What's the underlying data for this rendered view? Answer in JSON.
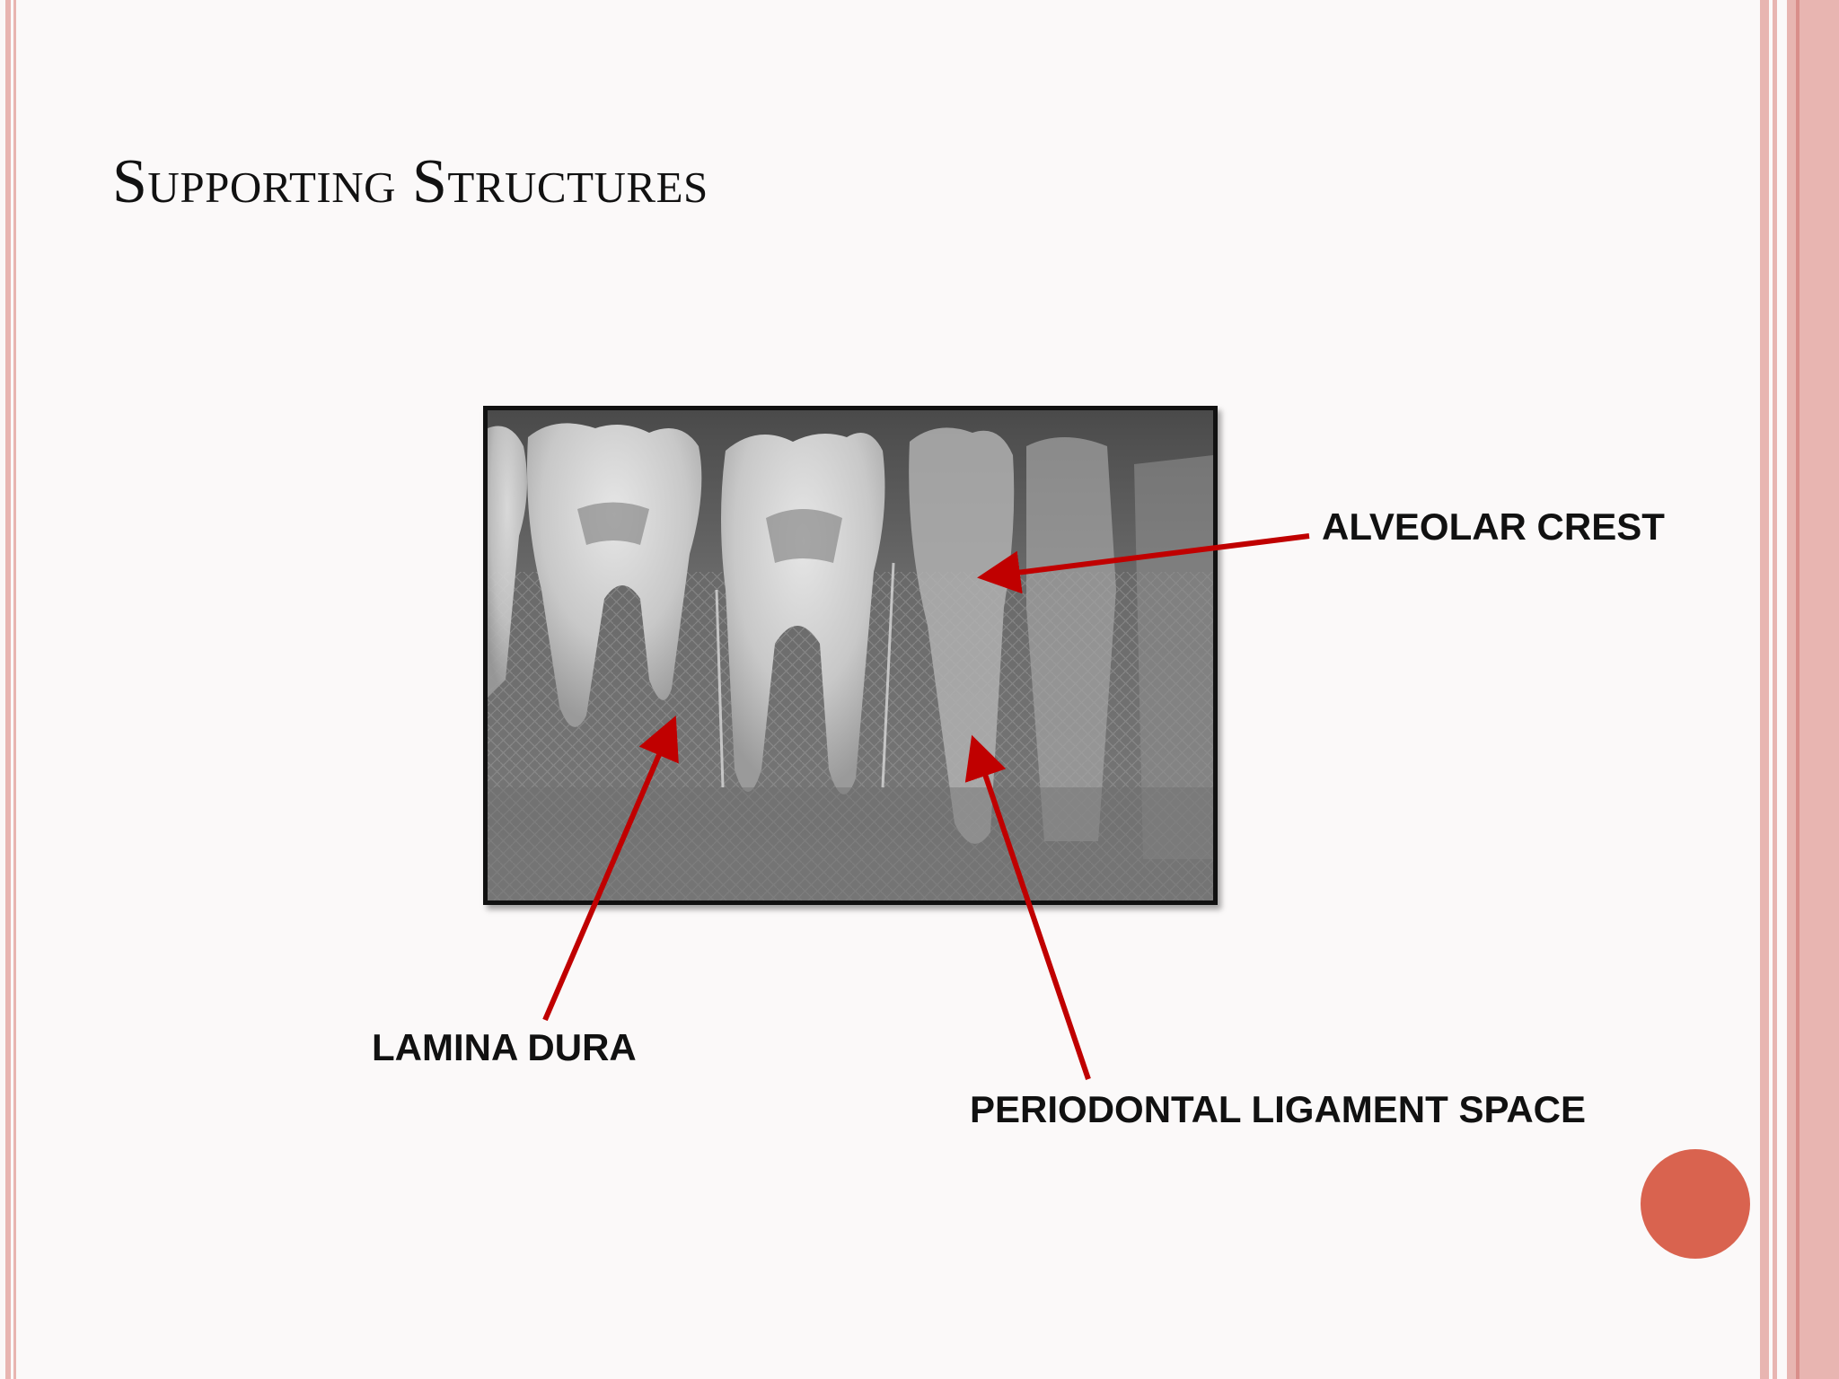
{
  "slide": {
    "title": "Supporting Structures"
  },
  "image": {
    "icon": "dental-radiograph-image"
  },
  "labels": {
    "alveolar_crest": "ALVEOLAR CREST",
    "lamina_dura": "LAMINA DURA",
    "pdl_space": "PERIODONTAL LIGAMENT SPACE"
  },
  "colors": {
    "accent": "#c00000",
    "border": "#e8b5b1",
    "circle": "#d9634f",
    "background": "#fbf9f9"
  }
}
